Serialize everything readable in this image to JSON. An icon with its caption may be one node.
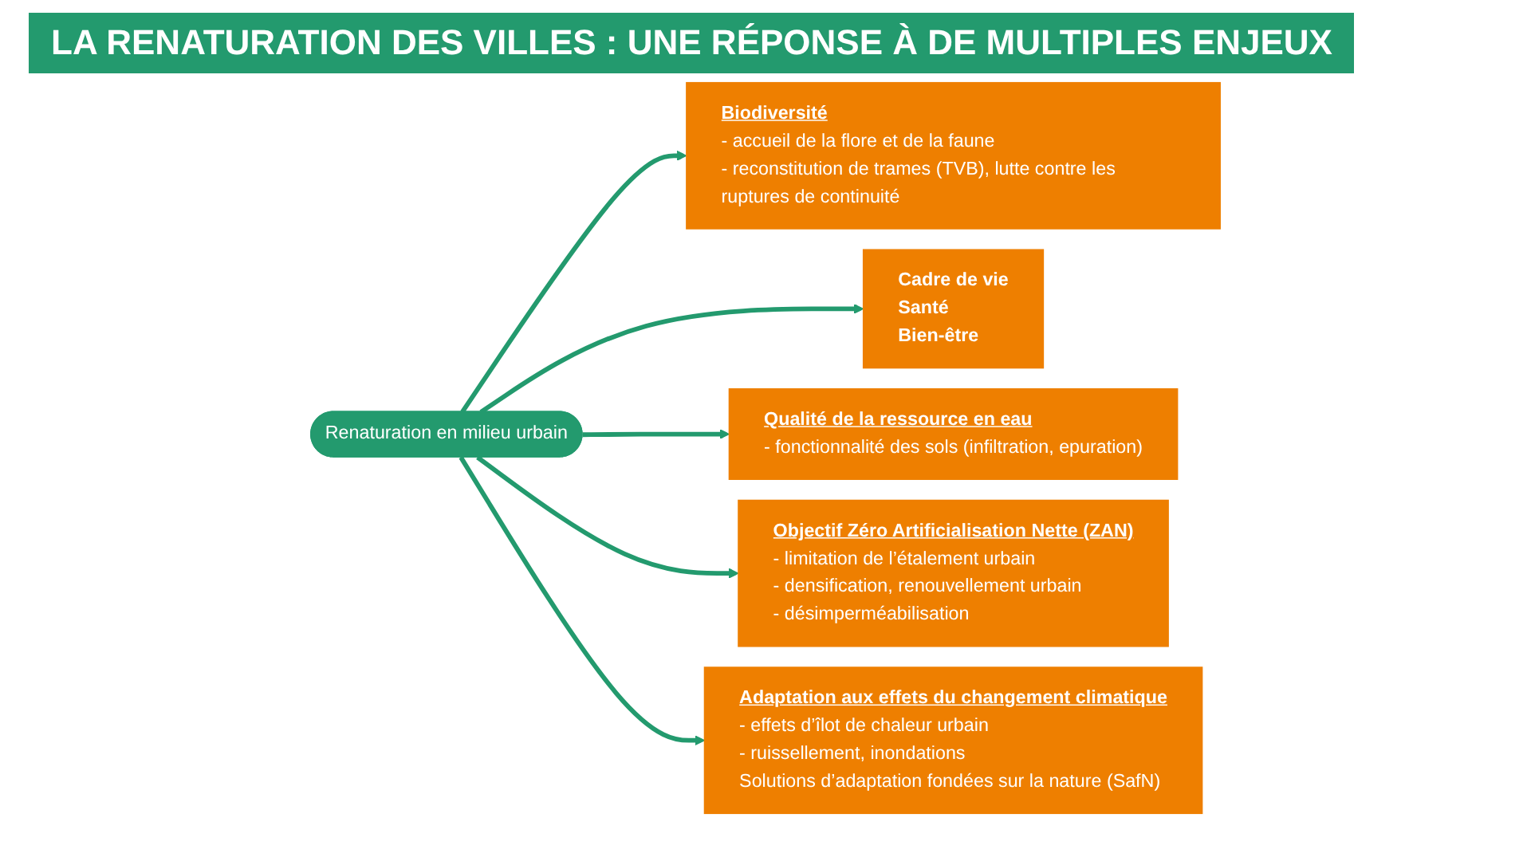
{
  "diagram": {
    "title": "LA RENATURATION DES VILLES : UNE RÉPONSE À DE MULTIPLES ENJEUX",
    "nodes": [
      {
        "text": [
          "Renaturation en milieu urbain"
        ]
      },
      {
        "text": [
          "Biodiversité",
          "- accueil de la flore et de la faune",
          "- reconstitution de trames (TVB), lutte contre les ruptures de continuité"
        ]
      },
      {
        "text": [
          "Cadre de vie",
          "Santé",
          "Bien-être"
        ]
      },
      {
        "text": [
          "Qualité de la ressource en eau",
          "- fonctionnalité des sols (infiltration, epuration)"
        ]
      },
      {
        "text": [
          "Objectif Zéro Artificialisation Nette (ZAN)",
          "- limitation de l’étalement urbain",
          "- densification, renouvellement urbain",
          "- désimperméabilisation"
        ]
      },
      {
        "text": [
          "Adaptation aux effets du changement climatique",
          "- effets d’îlot de chaleur urbain",
          "- ruissellement, inondations",
          "Solutions d’adaptation fondées sur la nature (SafN)"
        ]
      }
    ],
    "edges": [
      {
        "from": 0,
        "to": 1,
        "arrow": "to"
      },
      {
        "from": 0,
        "to": 2,
        "arrow": "to"
      },
      {
        "from": 0,
        "to": 3,
        "arrow": "to"
      },
      {
        "from": 0,
        "to": 4,
        "arrow": "to"
      },
      {
        "from": 0,
        "to": 5,
        "arrow": "to"
      }
    ]
  }
}
